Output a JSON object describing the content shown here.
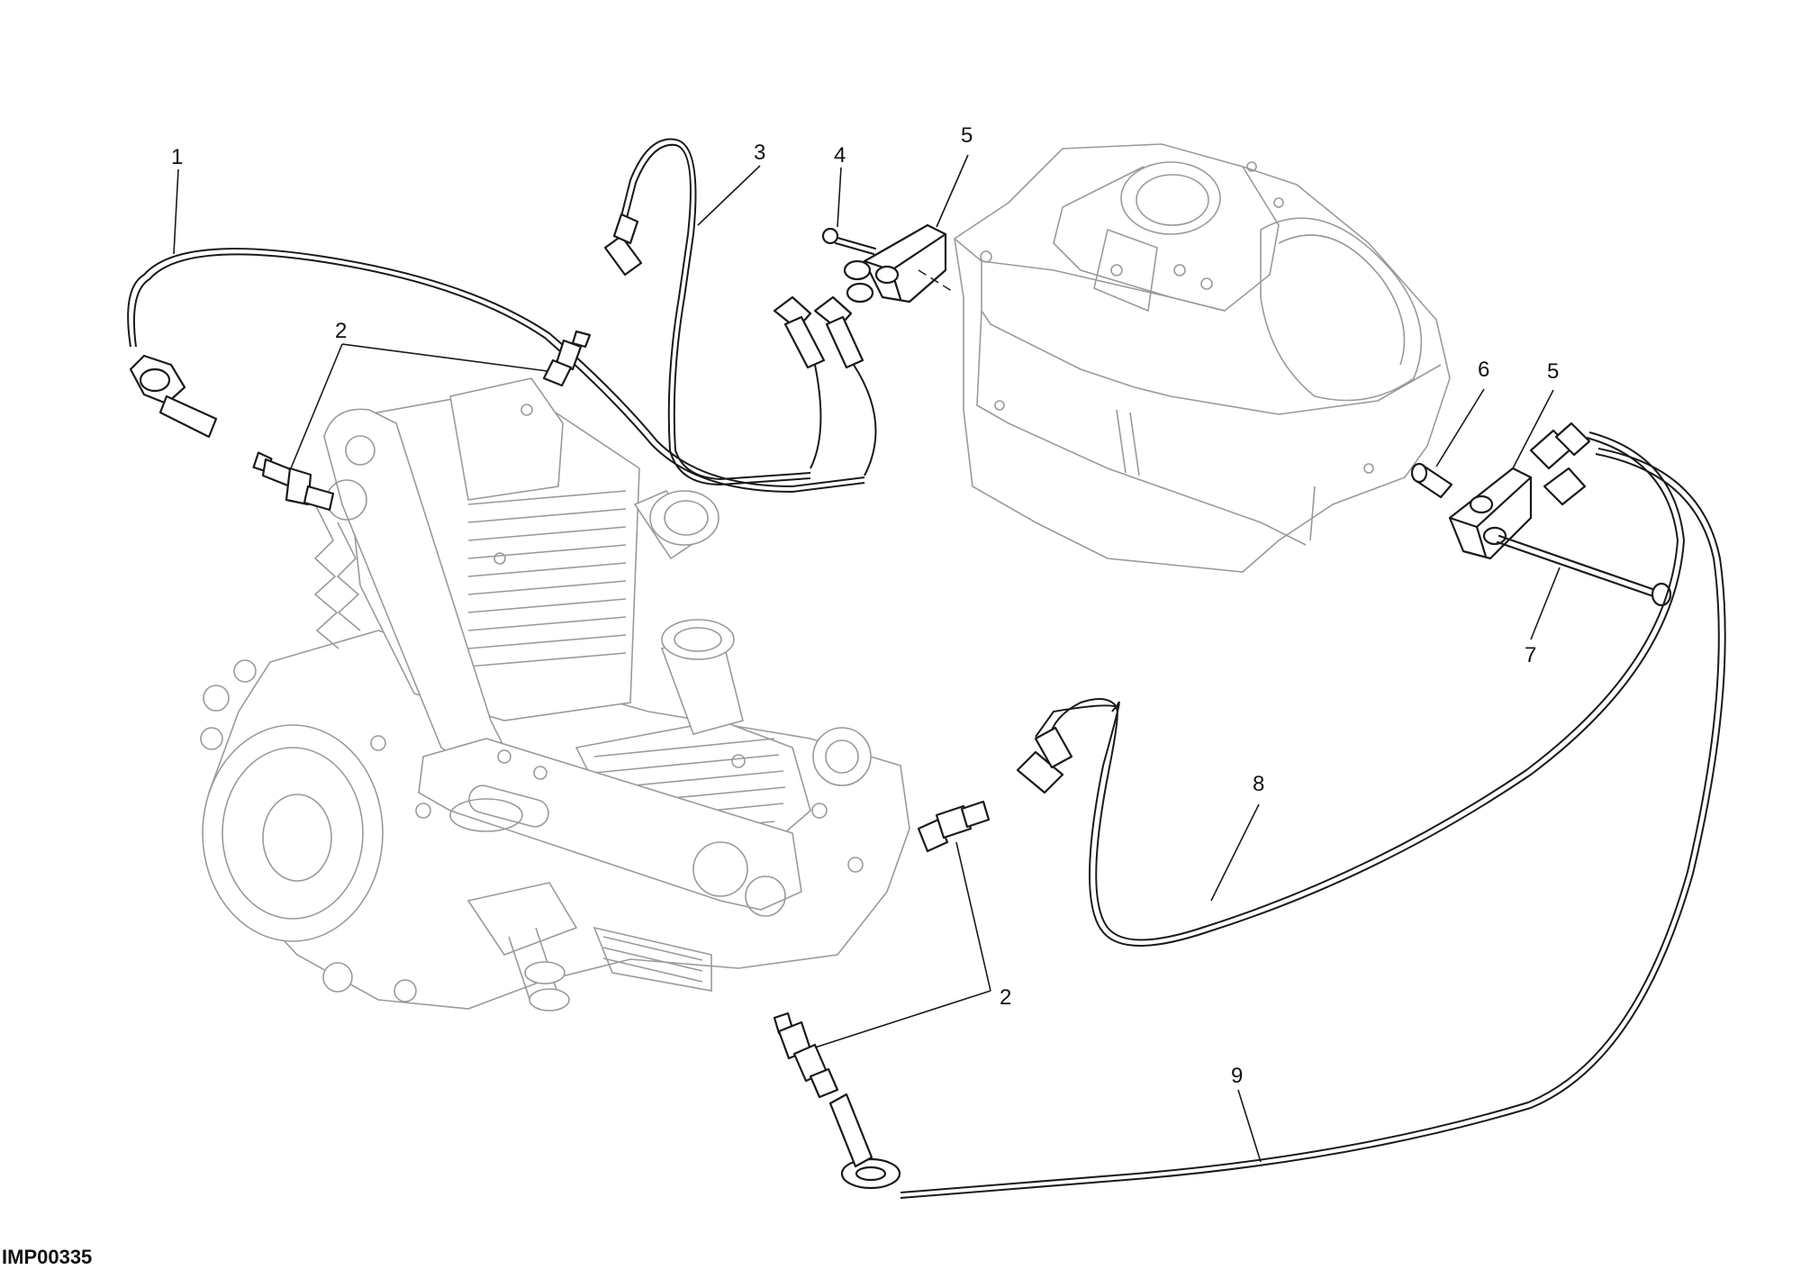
{
  "diagram": {
    "reference_code": "IMP00335",
    "callouts": [
      {
        "id": "c1",
        "label": "1"
      },
      {
        "id": "c2a",
        "label": "2"
      },
      {
        "id": "c3",
        "label": "3"
      },
      {
        "id": "c4",
        "label": "4"
      },
      {
        "id": "c5a",
        "label": "5"
      },
      {
        "id": "c5b",
        "label": "5"
      },
      {
        "id": "c6",
        "label": "6"
      },
      {
        "id": "c7",
        "label": "7"
      },
      {
        "id": "c8",
        "label": "8"
      },
      {
        "id": "c2b",
        "label": "2"
      },
      {
        "id": "c9",
        "label": "9"
      }
    ]
  }
}
